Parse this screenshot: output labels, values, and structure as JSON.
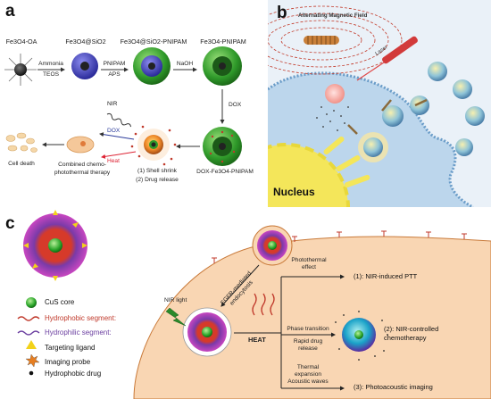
{
  "panels": {
    "a": {
      "letter": "a",
      "stages": [
        "Fe3O4-OA",
        "Fe3O4@SiO2",
        "Fe3O4@SiO2-PNIPAM",
        "Fe3O4-PNIPAM"
      ],
      "step1": {
        "top": "Ammonia",
        "bottom": "TEOS"
      },
      "step2": {
        "top": "PNIPAM",
        "bottom": "APS"
      },
      "step3": {
        "top": "NaOH"
      },
      "step4": "DOX",
      "dox_loaded": "DOX-Fe3O4-PNIPAM",
      "release_1": "(1) Shell shrink",
      "release_2": "(2) Drug release",
      "nir": "NIR",
      "dox": "DOX",
      "heat": "Heat",
      "therapy": "Combined chemo-\nphotothermal therapy",
      "cell_death": "Cell death"
    },
    "b": {
      "letter": "b",
      "field": "Alternating Magnetic Field",
      "laser": "Laser",
      "nucleus": "Nucleus"
    },
    "c": {
      "letter": "c",
      "legend": [
        {
          "label": "CuS core",
          "color": "#111111"
        },
        {
          "label": "Hydrophobic segment:",
          "color": "#c0392b"
        },
        {
          "label": "Hydrophilic segment:",
          "color": "#6b3fa0"
        },
        {
          "label": "Targeting ligand",
          "color": "#111111"
        },
        {
          "label": "Imaging probe",
          "color": "#111111"
        },
        {
          "label": "Hydrophobic drug",
          "color": "#111111"
        }
      ],
      "nir_light": "NIR light",
      "egfr": "EGFR-mediated\nendocytosis",
      "heat": "HEAT",
      "photothermal": "Photothermal\neffect",
      "ptt": "(1): NIR-induced PTT",
      "phase": "Phase transition",
      "rapid": "Rapid drug\nrelease",
      "chemo": "(2): NIR-controlled\nchemotherapy",
      "thermal": "Thermal\nexpansion",
      "acoustic": "Acoustic waves",
      "pai": "(3): Photoacoustic imaging"
    }
  }
}
